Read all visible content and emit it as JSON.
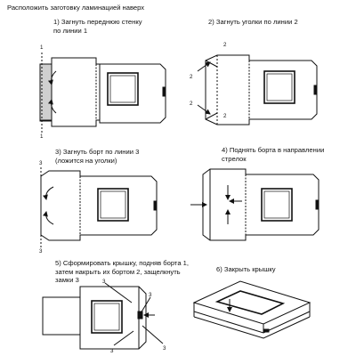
{
  "header": {
    "title": "Расположить заготовку ламинацией наверх"
  },
  "steps": [
    {
      "label": "1) Загнуть переднюю стенку",
      "label2": "по линии 1"
    },
    {
      "label": "2) Загнуть уголки по линии 2"
    },
    {
      "label": "3) Загнуть борт по линии 3",
      "label2": "(ложится на уголки)"
    },
    {
      "label": "4) Поднять борта в направлении",
      "label2": "стрелок"
    },
    {
      "label": "5) Сформировать крышку, подняв борта 1,",
      "label2": "затем накрыть их бортом 2, защелкнуть",
      "label3": "замки 3"
    },
    {
      "label": "6) Закрыть крышку"
    }
  ],
  "markers": {
    "line1": "1",
    "line2": "2",
    "line3": "3"
  },
  "colors": {
    "ink": "#111111",
    "paper": "#ffffff",
    "laminate": "#cfcfcf"
  }
}
